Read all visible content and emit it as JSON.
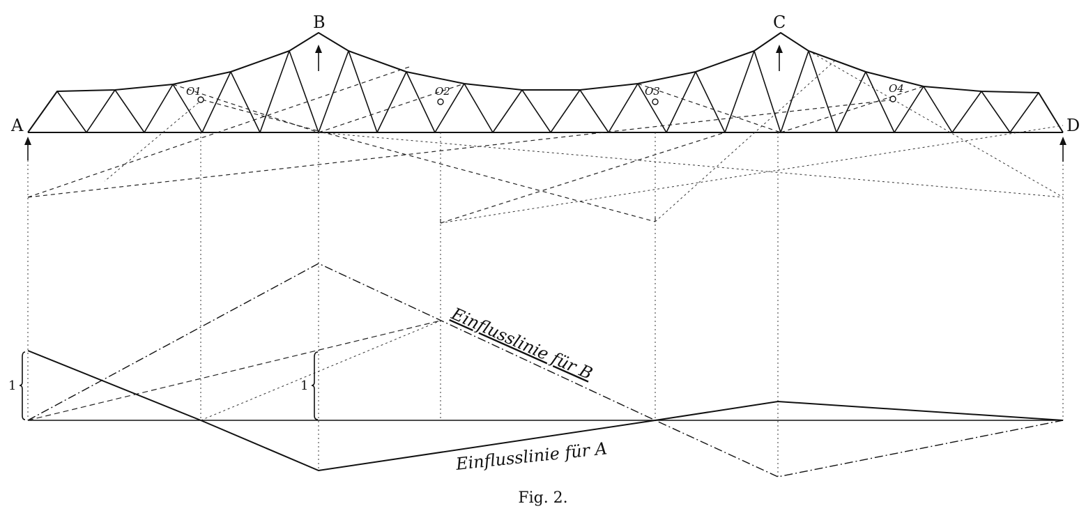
{
  "nodes": {
    "a": "A",
    "b": "B",
    "c": "C",
    "d": "D"
  },
  "hinges": {
    "o1": "O1",
    "o2": "O2",
    "o3": "O3",
    "o4": "O4"
  },
  "unit_marks": {
    "left": "1",
    "mid": "1"
  },
  "curve_labels": {
    "b": "Einflusslinie für B",
    "a": "Einflusslinie für A"
  },
  "caption": "Fig. 2."
}
